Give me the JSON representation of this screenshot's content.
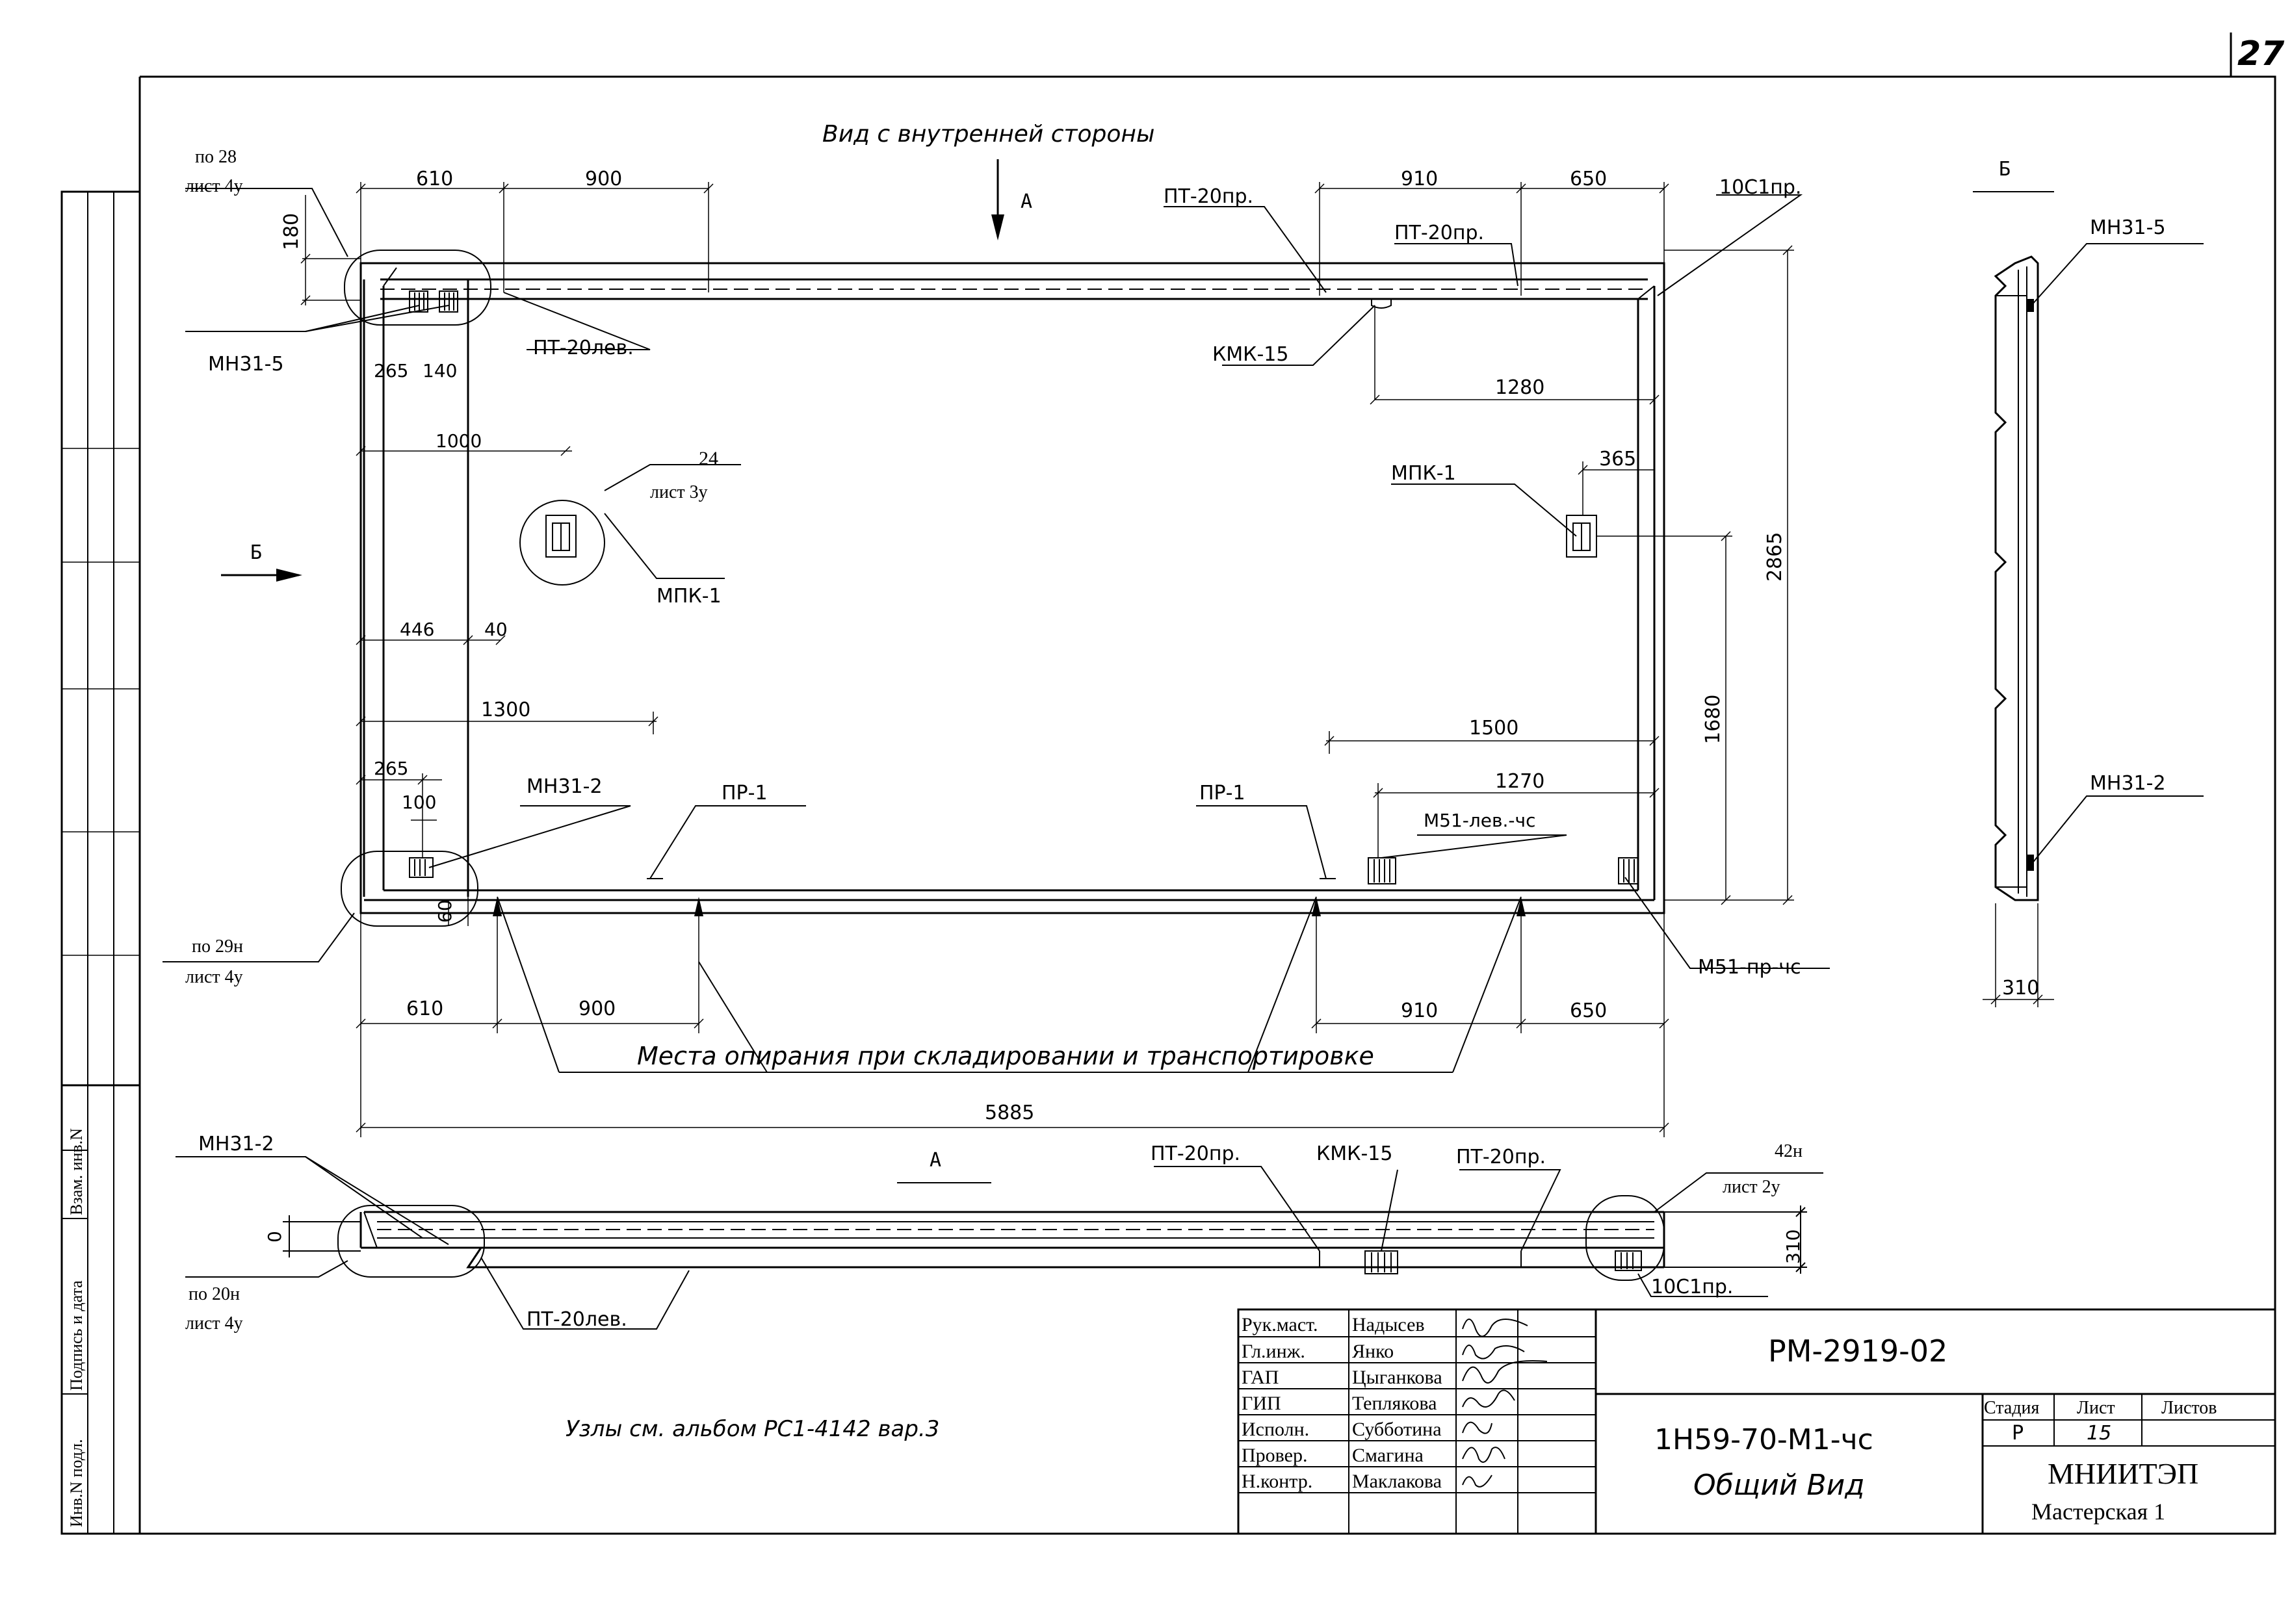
{
  "sheet_corner": "27",
  "views": {
    "main_title": "Вид с внутренней стороны",
    "section_arrow_a": "А",
    "section_arrow_b": "Б",
    "side_view_label": "Б",
    "bottom_view_label": "А"
  },
  "callouts": {
    "node28_line1": "по 28",
    "node28_line2": "лист 4у",
    "node29_line1": "по 29н",
    "node29_line2": "лист 4у",
    "node24_line1": "24",
    "node24_line2": "лист 3у",
    "node20_line1": "по 20н",
    "node20_line2": "лист 4у",
    "node42_line1": "42н",
    "node42_line2": "лист 2у"
  },
  "parts": {
    "mn31_5_top_left": "МН31-5",
    "mn31_5_side": "МН31-5",
    "mn31_2_bottom_left": "МН31-2",
    "mn31_2_side": "МН31-2",
    "mn31_2_bottom_view": "МН31-2",
    "pt20_left_top": "ПТ-20лев.",
    "pt20_right_top_1": "ПТ-20пр.",
    "pt20_right_top_2": "ПТ-20пр.",
    "ten_c1_top": "10С1пр.",
    "kmk15_top": "КМК-15",
    "mpk1_circle": "МПК-1",
    "mpk1_right": "МПК-1",
    "pr1_left": "ПР-1",
    "pr1_right": "ПР-1",
    "m51_left": "М51-лев.-чс",
    "m51_right": "М51-пр-чс",
    "pt20_right_bottom_1": "ПТ-20пр.",
    "pt20_right_bottom_2": "ПТ-20пр.",
    "kmk15_bottom": "КМК-15",
    "pt20_left_bottom": "ПТ-20лев.",
    "ten_c1_bottom": "10С1пр."
  },
  "dimensions": {
    "d610_top": "610",
    "d900_top": "900",
    "d910_top": "910",
    "d650_top": "650",
    "d180": "180",
    "d265_140_a": "265",
    "d265_140_b": "140",
    "d1000": "1000",
    "d1280": "1280",
    "d365": "365",
    "d2865": "2865",
    "d446": "446",
    "d40": "40",
    "d1300": "1300",
    "d1500": "1500",
    "d1680": "1680",
    "d265_bottom": "265",
    "d100": "100",
    "d1270": "1270",
    "d60": "60",
    "d610_bottom": "610",
    "d900_bottom": "900",
    "d910_bottom": "910",
    "d650_bottom": "650",
    "d5885": "5885",
    "d310_side": "310",
    "d310_a": "310",
    "d0_a": "0"
  },
  "support_note": "Места опирания при складировании и транспортировке",
  "nodes_note": "Узлы см. альбом РС1-4142 вар.3",
  "left_margin_stamp": {
    "inv_podl": "Инв.N подл.",
    "podpis": "Подпись и дата",
    "vzam": "Взам. инв.N"
  },
  "title_block": {
    "roles": [
      {
        "role": "Рук.маст.",
        "name": "Надысев"
      },
      {
        "role": "Гл.инж.",
        "name": "Янко"
      },
      {
        "role": "ГАП",
        "name": "Цыганкова"
      },
      {
        "role": "ГИП",
        "name": "Теплякова"
      },
      {
        "role": "Исполн.",
        "name": "Субботина"
      },
      {
        "role": "Провер.",
        "name": "Смагина"
      },
      {
        "role": "Н.контр.",
        "name": "Маклакова"
      }
    ],
    "doc_code": "РМ-2919-02",
    "product_code": "1Н59-70-М1-чс",
    "sheet_title": "Общий Вид",
    "stage_header": "Стадия",
    "sheet_header": "Лист",
    "sheets_header": "Листов",
    "stage_value": "Р",
    "sheet_value": "15",
    "sheets_value": "",
    "org": "МНИИТЭП",
    "workshop": "Мастерская 1"
  }
}
